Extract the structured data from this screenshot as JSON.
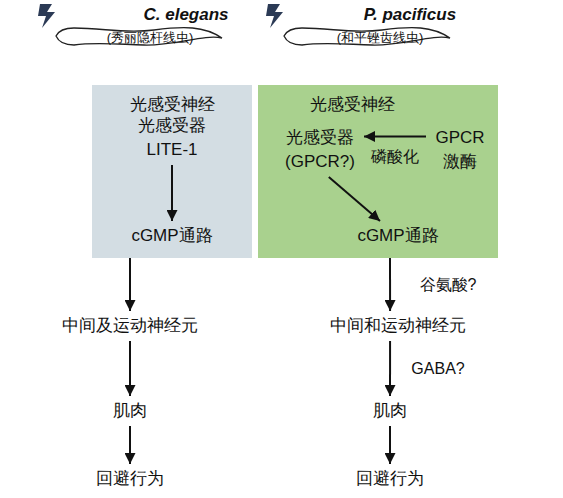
{
  "diagram": {
    "nodes": [
      {
        "text": [
          "光感受神经"
        ]
      },
      {
        "text": [
          "光感受器 LITE-1"
        ],
        "in": 0
      },
      {
        "text": [
          "cGMP通路"
        ],
        "in": 0
      },
      {
        "text": [
          "光感受神经"
        ]
      },
      {
        "text": [
          "光感受器 (GPCR?)"
        ],
        "in": 3
      },
      {
        "text": [
          "GPCR 激酶"
        ],
        "in": 3
      },
      {
        "text": [
          "cGMP通路"
        ],
        "in": 3
      },
      {
        "text": [
          "中间及运动神经元"
        ]
      },
      {
        "text": [
          "肌肉"
        ]
      },
      {
        "text": [
          "回避行为"
        ]
      },
      {
        "text": [
          "中间和运动神经元"
        ]
      },
      {
        "text": [
          "肌肉"
        ]
      },
      {
        "text": [
          "回避行为"
        ]
      }
    ],
    "edges": [
      {
        "from": 1,
        "to": 2,
        "arrow": "to"
      },
      {
        "from": 5,
        "to": 4,
        "label": "磷酸化",
        "arrow": "to"
      },
      {
        "from": 4,
        "to": 6,
        "arrow": "to"
      },
      {
        "from": 0,
        "to": 7,
        "arrow": "to"
      },
      {
        "from": 7,
        "to": 8,
        "arrow": "to"
      },
      {
        "from": 8,
        "to": 9,
        "arrow": "to"
      },
      {
        "from": 3,
        "to": 10,
        "label": "谷氨酸?",
        "arrow": "to"
      },
      {
        "from": 10,
        "to": 11,
        "label": "GABA?",
        "arrow": "to"
      },
      {
        "from": 11,
        "to": 12,
        "arrow": "to"
      }
    ],
    "labels": [
      "C. elegans",
      "(秀丽隐杆线虫)",
      "P. pacificus",
      "(和平锉齿线虫)"
    ]
  }
}
